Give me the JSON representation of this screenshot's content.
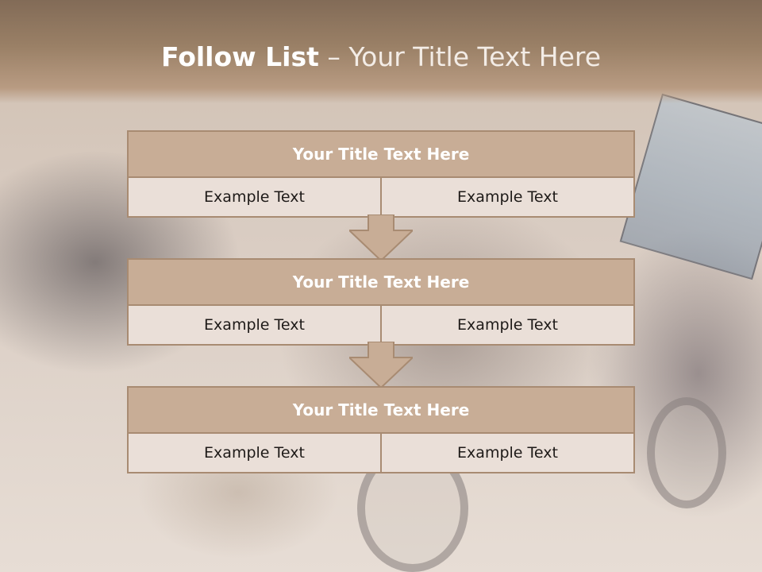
{
  "slide": {
    "title_bold": "Follow List",
    "title_rest": " – Your Title Text Here"
  },
  "steps": [
    {
      "title": "Your Title Text Here",
      "left": "Example Text",
      "right": "Example Text"
    },
    {
      "title": "Your Title Text Here",
      "left": "Example Text",
      "right": "Example Text"
    },
    {
      "title": "Your Title Text Here",
      "left": "Example Text",
      "right": "Example Text"
    }
  ],
  "colors": {
    "header": "#9a8066",
    "box_title_fill": "#c8ad96",
    "box_border": "#a88b72",
    "cell_fill": "#eadfd8",
    "arrow_fill": "#c8ad96"
  }
}
